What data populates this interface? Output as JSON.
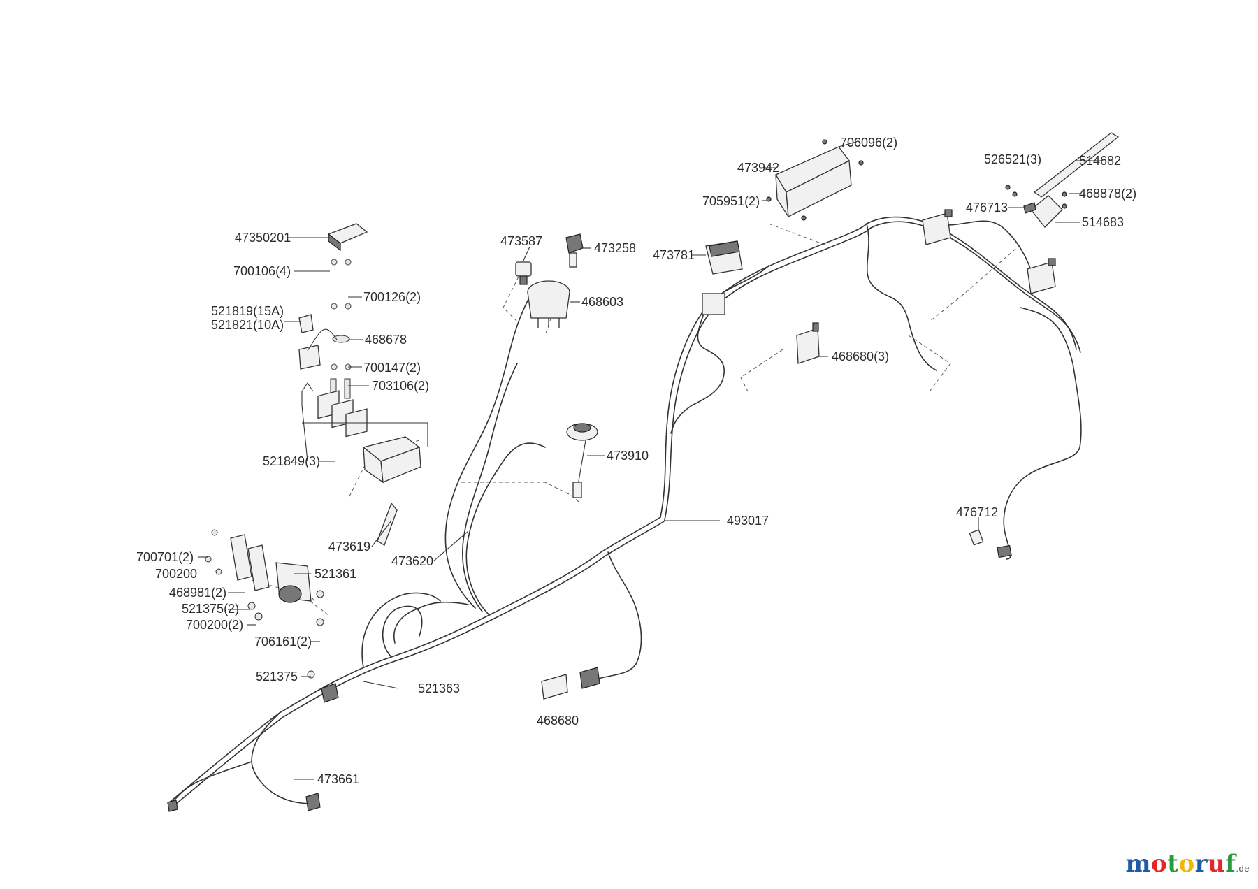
{
  "diagram": {
    "part_labels": [
      "47350201",
      "700106(4)",
      "700126(2)",
      "521819(15A)",
      "521821(10A)",
      "468678",
      "700147(2)",
      "703106(2)",
      "521849(3)",
      "473619",
      "473620",
      "700701(2)",
      "700200",
      "521361",
      "468981(2)",
      "521375(2)",
      "700200(2)",
      "706161(2)",
      "521375",
      "521363",
      "473661",
      "473587",
      "473258",
      "468603",
      "473910",
      "493017",
      "468680",
      "473781",
      "473942",
      "706096(2)",
      "705951(2)",
      "468680(3)",
      "526521(3)",
      "514682",
      "468878(2)",
      "476713",
      "514683",
      "476712"
    ]
  },
  "logo": {
    "letters": [
      "m",
      "o",
      "t",
      "o",
      "r",
      "u",
      "f"
    ],
    "letter_colors": [
      "#1f5aa6",
      "#e3262b",
      "#2a9a3e",
      "#f2b705",
      "#1f5aa6",
      "#e3262b",
      "#2a9a3e"
    ],
    "tld": ".de"
  }
}
